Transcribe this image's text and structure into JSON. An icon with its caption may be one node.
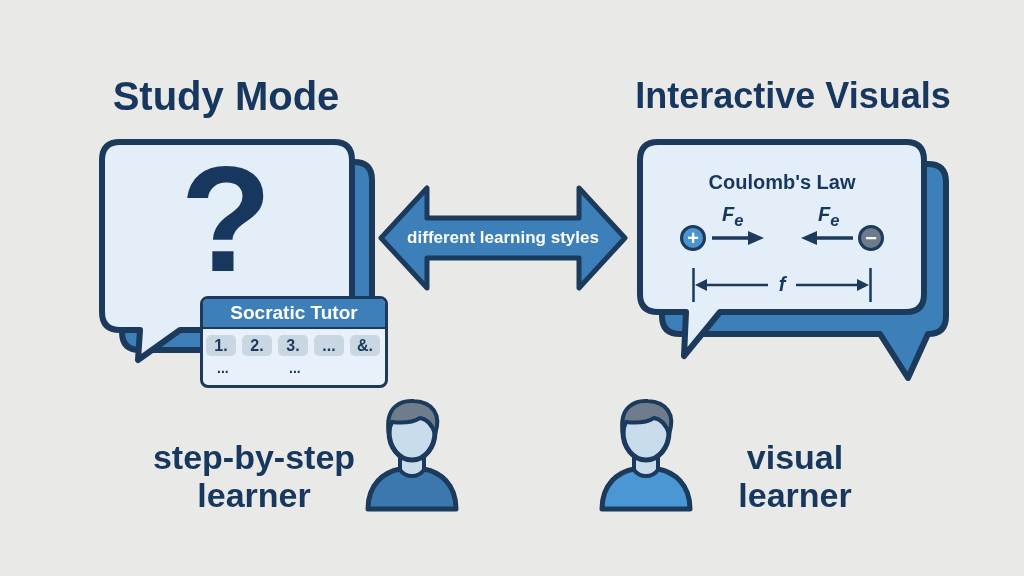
{
  "diagram": {
    "nodes": [
      {
        "text": [
          "Study Mode",
          "?"
        ]
      },
      {
        "text": [
          "Socratic Tutor",
          "...",
          "..."
        ]
      },
      {
        "text": [
          "1."
        ],
        "in": 1
      },
      {
        "text": [
          "2."
        ],
        "in": 1
      },
      {
        "text": [
          "3."
        ],
        "in": 1
      },
      {
        "text": [
          "..."
        ],
        "in": 1
      },
      {
        "text": [
          "&."
        ],
        "in": 1
      },
      {
        "text": [
          "Interactive Visuals",
          "Coulomb's Law"
        ]
      },
      {
        "text": [
          "+"
        ],
        "in": 7
      },
      {
        "text": [
          "−"
        ],
        "in": 7
      }
    ],
    "edges": [
      {
        "from": 0,
        "to": 7,
        "arrow": "both",
        "label": "different learning styles"
      }
    ],
    "labels": [
      "F$_{e}$",
      "F$_{e}$",
      "f",
      "step-by-step learner",
      "visual learner"
    ]
  }
}
